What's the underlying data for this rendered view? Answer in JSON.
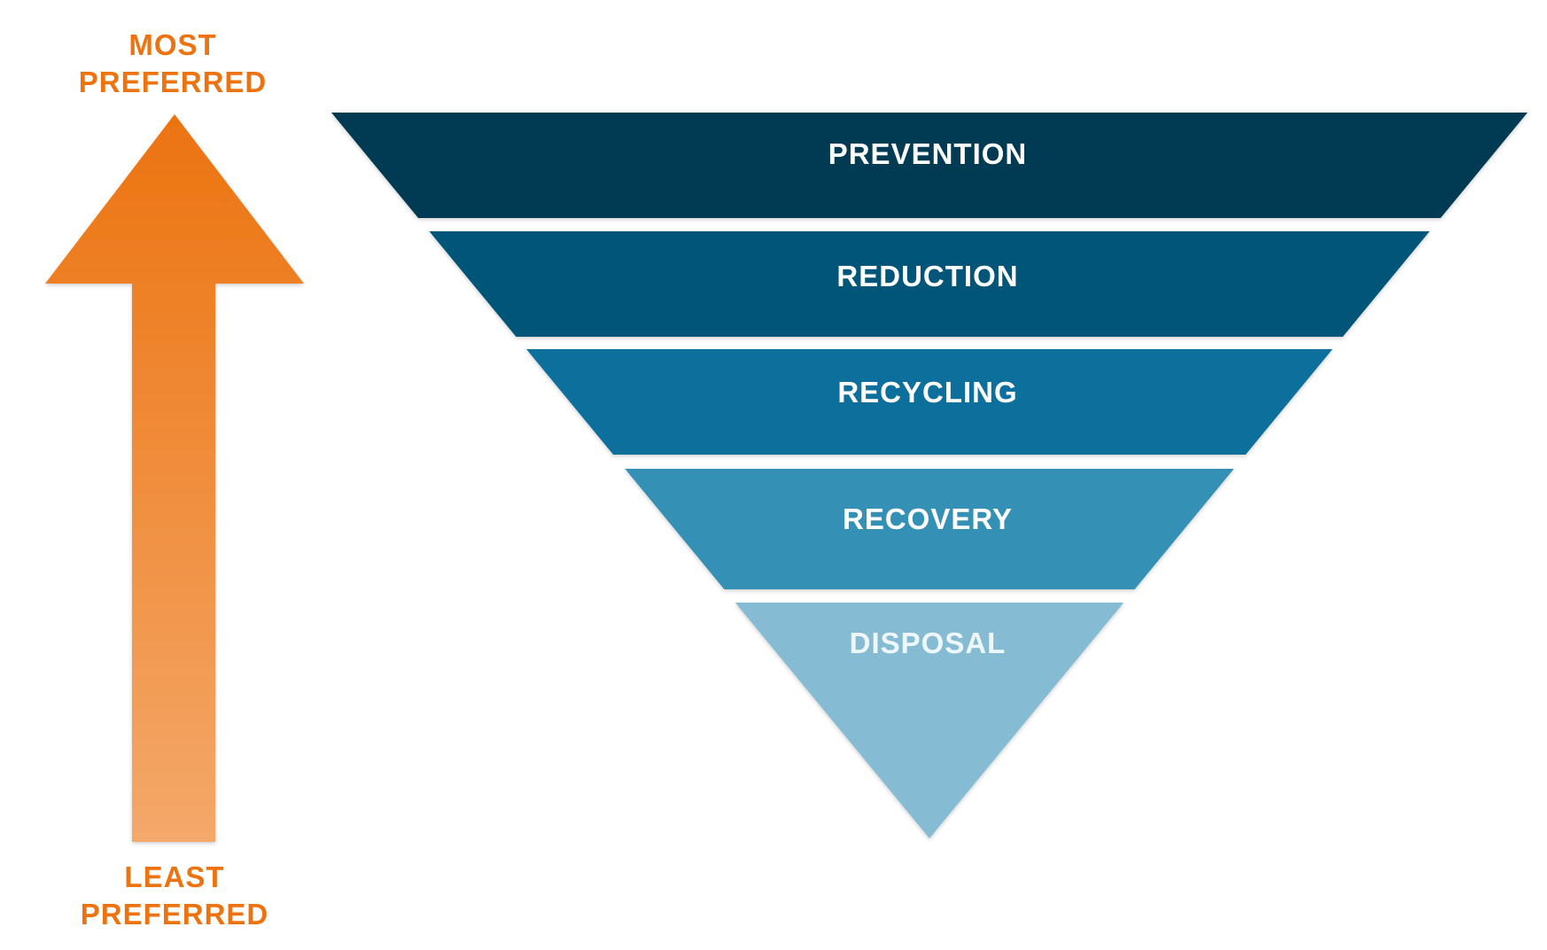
{
  "scale_labels": {
    "top_line1": "MOST",
    "top_line2": "PREFERRED",
    "bottom_line1": "LEAST",
    "bottom_line2": "PREFERRED"
  },
  "tiers": [
    {
      "label": "PREVENTION",
      "color": "#023a52"
    },
    {
      "label": "REDUCTION",
      "color": "#065578"
    },
    {
      "label": "RECYCLING",
      "color": "#0a6f9c"
    },
    {
      "label": "RECOVERY",
      "color": "#3690b5"
    },
    {
      "label": "DISPOSAL",
      "color": "#86bcd3"
    }
  ],
  "colors": {
    "arrow_top": "#ec7310",
    "arrow_bottom": "#f4a86a",
    "scale_text": "#ec7310",
    "tier_text_dark": "#ffffff",
    "tier_text_light": "#eef7fb"
  }
}
